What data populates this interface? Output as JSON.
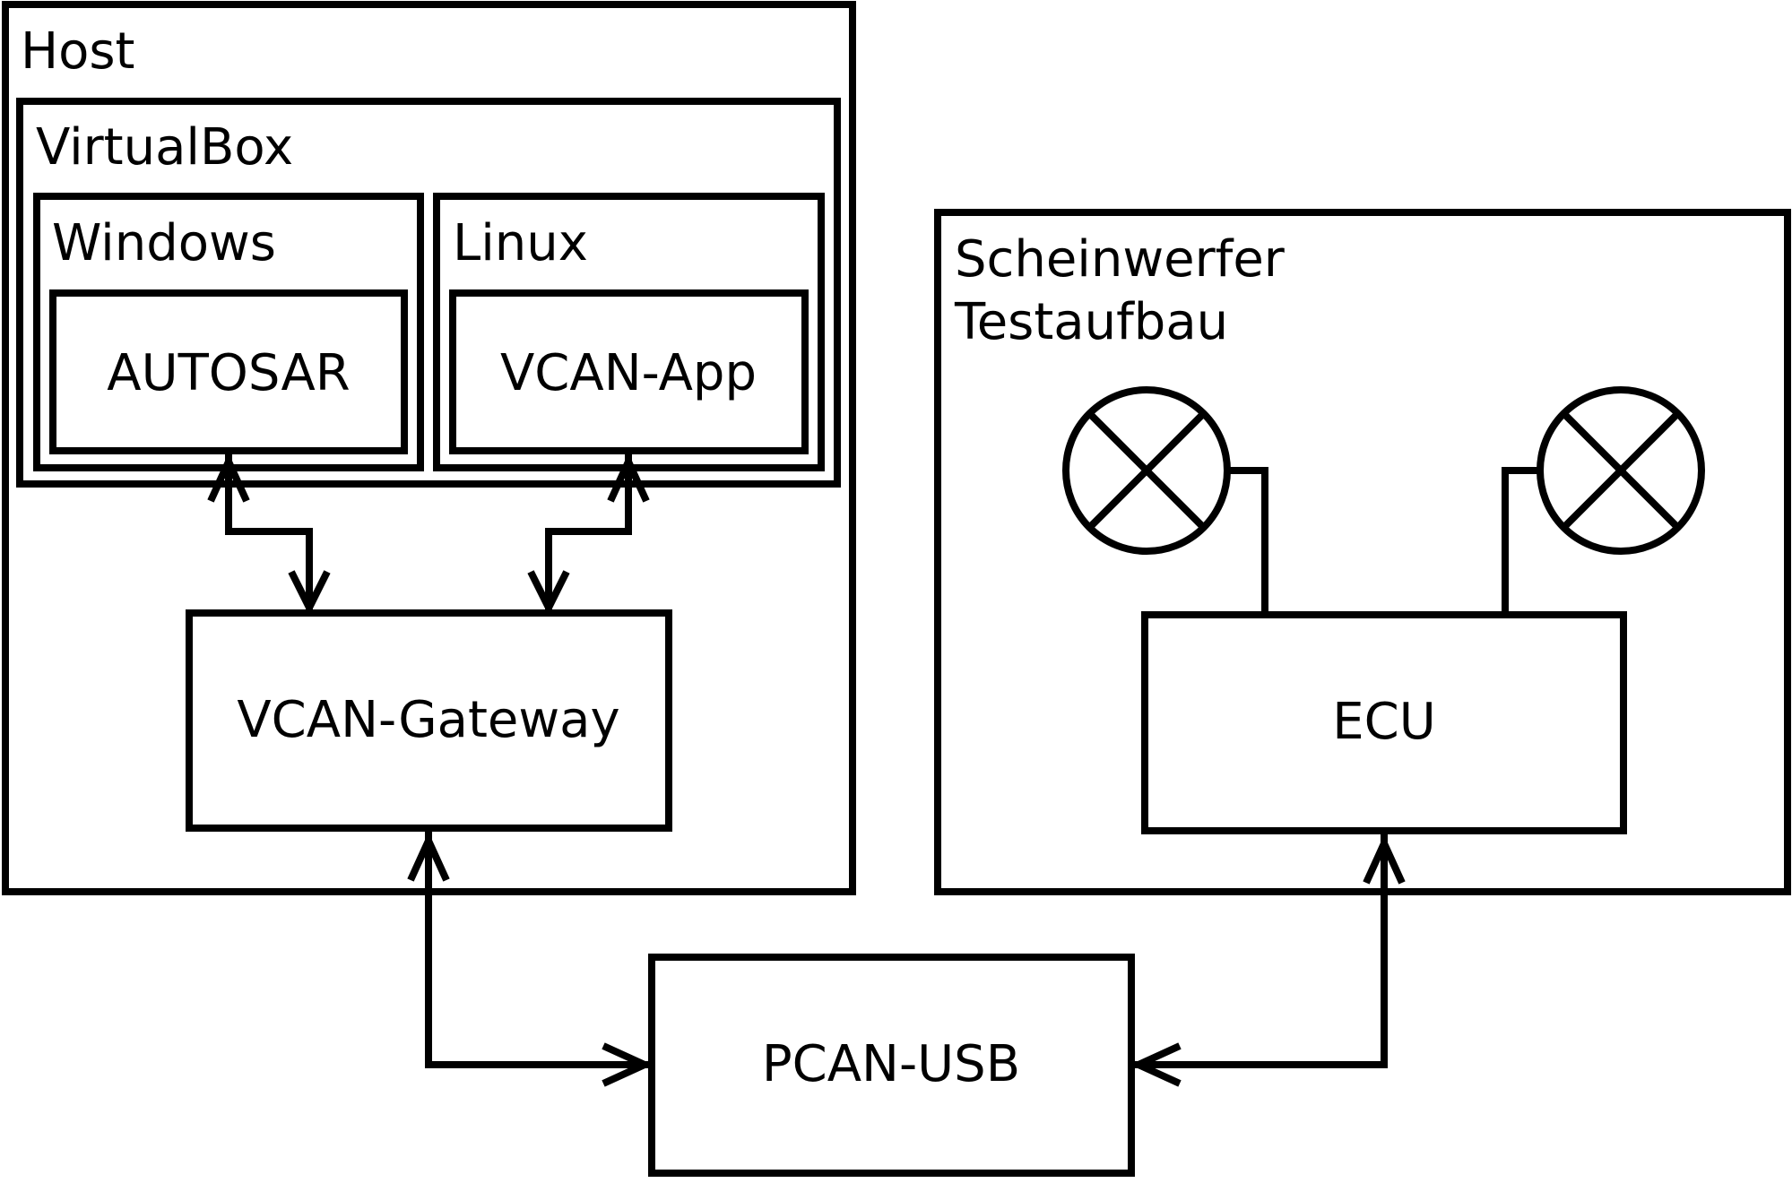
{
  "diagram": {
    "host_label": "Host",
    "virtualbox_label": "VirtualBox",
    "windows_label": "Windows",
    "linux_label": "Linux",
    "autosar_label": "AUTOSAR",
    "vcan_app_label": "VCAN-App",
    "vcan_gateway_label": "VCAN-Gateway",
    "testbed_label_line1": "Scheinwerfer",
    "testbed_label_line2": "Testaufbau",
    "ecu_label": "ECU",
    "pcan_usb_label": "PCAN-USB",
    "lamp_icons": [
      "lamp-symbol",
      "lamp-symbol"
    ],
    "stroke_color": "#000000",
    "background_color": "#ffffff"
  }
}
